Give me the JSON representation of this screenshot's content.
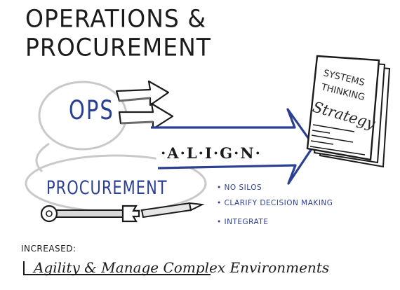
{
  "title": "OPERATIONS & PROCUREMENT",
  "nodes": {
    "ops": "OPS",
    "procurement": "PROCUREMENT",
    "align": "·A·L·I·G·N·"
  },
  "document": {
    "lines": [
      "SYSTEMS",
      "THINKING",
      "Strategy"
    ]
  },
  "bullets": [
    "• NO SILOS",
    "• CLARIFY DECISION MAKING",
    "• INTEGRATE"
  ],
  "footer": {
    "label": "INCREASED:",
    "tagline": "Agility  & Manage Complex Environments"
  },
  "colors": {
    "ink": "#1b1b1b",
    "accent_blue": "#2b3f93",
    "circle_gray": "#c9c9c9",
    "shadow_gray": "#9a9a9a"
  },
  "icons": [
    "wrench-icon",
    "pencil-icon",
    "arrow-icon",
    "document-stack-icon"
  ]
}
